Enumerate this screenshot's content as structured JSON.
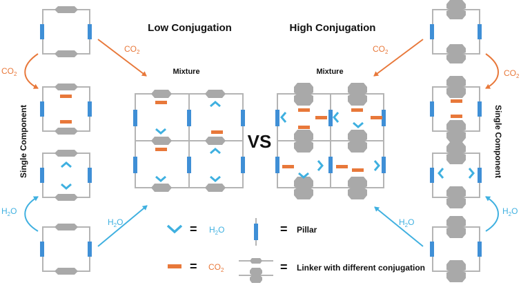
{
  "titles": {
    "low": "Low Conjugation",
    "high": "High Conjugation"
  },
  "mixture_left": "Mixture",
  "mixture_right": "Mixture",
  "vs": "VS",
  "single_left": "Single Component",
  "single_right": "Single Component",
  "gas": {
    "co2_main": "CO",
    "co2_sub": "2",
    "h2o_main": "H",
    "h2o_sub": "2",
    "h2o_end": "O"
  },
  "legend": {
    "eq": "=",
    "h2o_main": "H",
    "h2o_sub": "2",
    "h2o_end": "O",
    "co2_main": "CO",
    "co2_sub": "2",
    "pillar": "Pillar",
    "linker": "Linker with different conjugation"
  },
  "colors": {
    "pillar": "#3f8fd6",
    "linker": "#a9a9a9",
    "frame": "#b4b4b4",
    "co2": "#e8783a",
    "h2o": "#3fb0e0",
    "text": "#111111"
  }
}
